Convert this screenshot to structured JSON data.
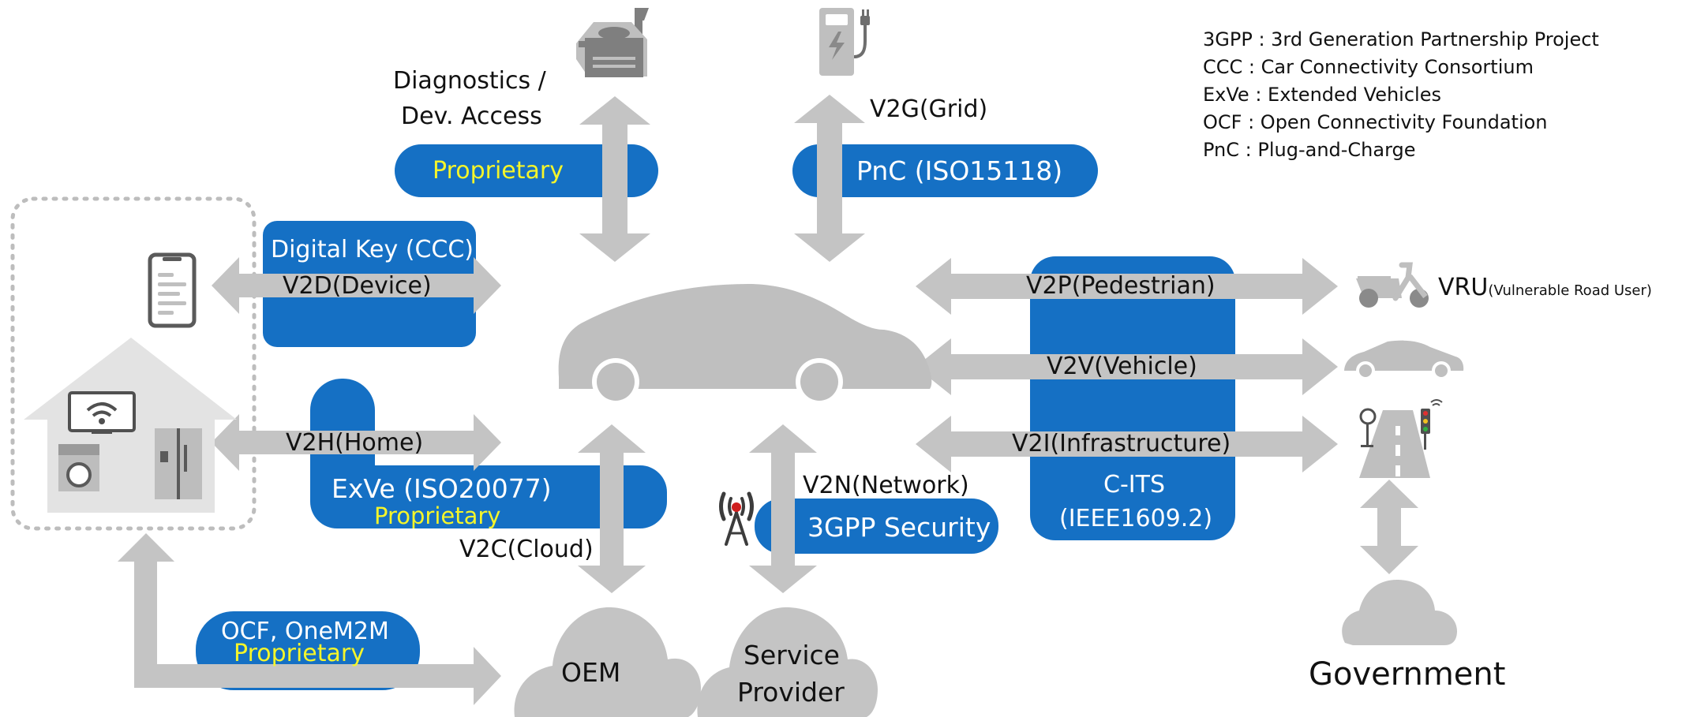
{
  "legend": [
    "3GPP : 3rd Generation Partnership Project",
    "CCC : Car Connectivity Consortium",
    "ExVe : Extended Vehicles",
    "OCF : Open Connectivity Foundation",
    "PnC : Plug-and-Charge"
  ],
  "labels": {
    "diagnostics": [
      "Diagnostics /",
      "Dev. Access"
    ],
    "v2g": "V2G(Grid)",
    "v2d": "V2D(Device)",
    "v2h": "V2H(Home)",
    "v2c": "V2C(Cloud)",
    "v2n": "V2N(Network)",
    "v2p": "V2P(Pedestrian)",
    "v2v": "V2V(Vehicle)",
    "v2i": "V2I(Infrastructure)"
  },
  "pills": {
    "diag_proprietary": "Proprietary",
    "pnc": "PnC (ISO15118)",
    "digital_key": "Digital Key (CCC)",
    "exve": "ExVe (ISO20077)",
    "exve_proprietary": "Proprietary",
    "gpp": "3GPP Security",
    "cits": [
      "C-ITS",
      "(IEEE1609.2)"
    ],
    "ocf": "OCF, OneM2M",
    "ocf_proprietary": "Proprietary"
  },
  "nodes": {
    "vru": "VRU",
    "vru_full": "(Vulnerable Road User)",
    "oem": "OEM",
    "service_provider": [
      "Service",
      "Provider"
    ],
    "government": "Government"
  },
  "colors": {
    "pill_blue": "#1570c4",
    "accent_yellow": "#f5f52a",
    "arrow_gray": "#c4c4c4",
    "icon_gray": "#bfbfbf",
    "text_dark": "#111111"
  },
  "icons": [
    "factory-icon",
    "ev-charger-icon",
    "smartphone-icon",
    "home-icon",
    "tv-wifi-icon",
    "washing-machine-icon",
    "refrigerator-icon",
    "car-icon",
    "cell-tower-icon",
    "scooter-icon",
    "small-car-icon",
    "road-traffic-light-icon",
    "oem-cloud-icon",
    "service-provider-cloud-icon",
    "government-cloud-icon"
  ]
}
